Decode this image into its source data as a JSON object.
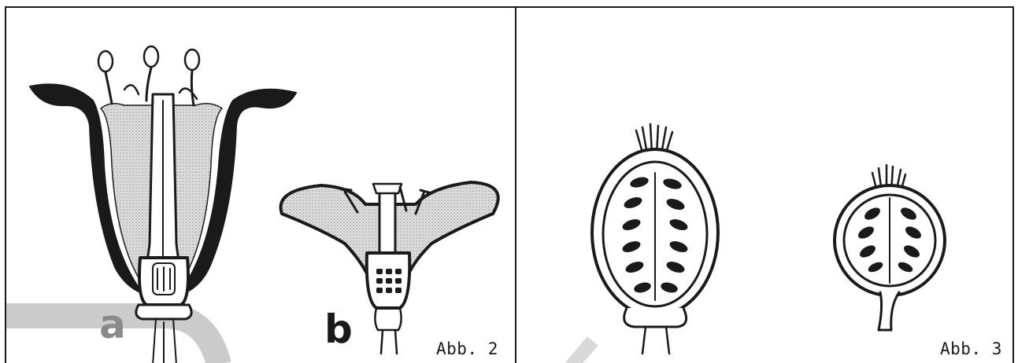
{
  "figure_left": {
    "label_a": "a",
    "label_b": "b",
    "caption": "Abb. 2"
  },
  "figure_right": {
    "caption": "Abb. 3"
  },
  "colors": {
    "ink": "#1a1a1a",
    "petal_fill": "#cfcfcf",
    "watermark": "#c8c8c8"
  }
}
